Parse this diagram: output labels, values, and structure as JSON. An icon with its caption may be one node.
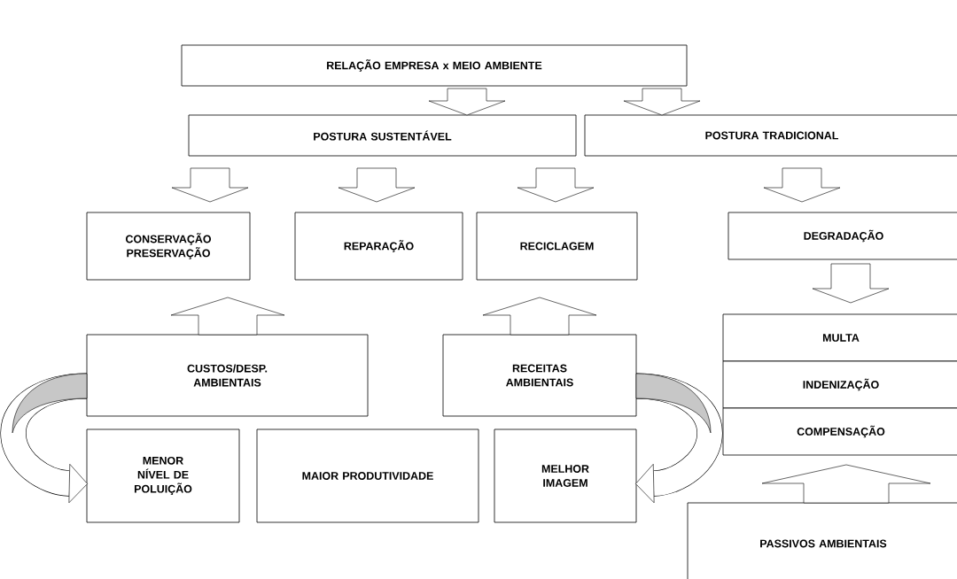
{
  "diagram": {
    "nodes": [
      {
        "text": [
          "RELAÇÃO EMPRESA x MEIO AMBIENTE"
        ]
      },
      {
        "text": [
          "POSTURA SUSTENTÁVEL"
        ]
      },
      {
        "text": [
          "POSTURA TRADICIONAL"
        ]
      },
      {
        "text": [
          "CONSERVAÇÃO PRESERVAÇÃO"
        ]
      },
      {
        "text": [
          "REPARAÇÃO"
        ]
      },
      {
        "text": [
          "RECICLAGEM"
        ]
      },
      {
        "text": [
          "DEGRADAÇÃO"
        ]
      },
      {
        "text": [
          "CUSTOS/DESP. AMBIENTAIS"
        ]
      },
      {
        "text": [
          "RECEITAS AMBIENTAIS"
        ]
      },
      {
        "text": [
          "MENOR NÍVEL DE POLUIÇÃO"
        ]
      },
      {
        "text": [
          "MAIOR PRODUTIVIDADE"
        ]
      },
      {
        "text": [
          "MELHOR IMAGEM"
        ]
      },
      {
        "text": [
          "MULTA"
        ]
      },
      {
        "text": [
          "INDENIZAÇÃO"
        ]
      },
      {
        "text": [
          "COMPENSAÇÃO"
        ]
      },
      {
        "text": [
          "PASSIVOS AMBIENTAIS"
        ]
      }
    ],
    "edges": [
      {
        "from": 0,
        "to": 1,
        "arrow": "to"
      },
      {
        "from": 0,
        "to": 2,
        "arrow": "to"
      },
      {
        "from": 1,
        "to": 3,
        "arrow": "to"
      },
      {
        "from": 1,
        "to": 4,
        "arrow": "to"
      },
      {
        "from": 1,
        "to": 5,
        "arrow": "to"
      },
      {
        "from": 2,
        "to": 6,
        "arrow": "to"
      },
      {
        "from": 6,
        "to": 12,
        "arrow": "to"
      },
      {
        "from": 7,
        "to": 3,
        "arrow": "to"
      },
      {
        "from": 8,
        "to": 5,
        "arrow": "to"
      },
      {
        "from": 7,
        "to": 9,
        "arrow": "to"
      },
      {
        "from": 8,
        "to": 11,
        "arrow": "to"
      },
      {
        "from": 15,
        "to": 14,
        "arrow": "to"
      }
    ]
  }
}
